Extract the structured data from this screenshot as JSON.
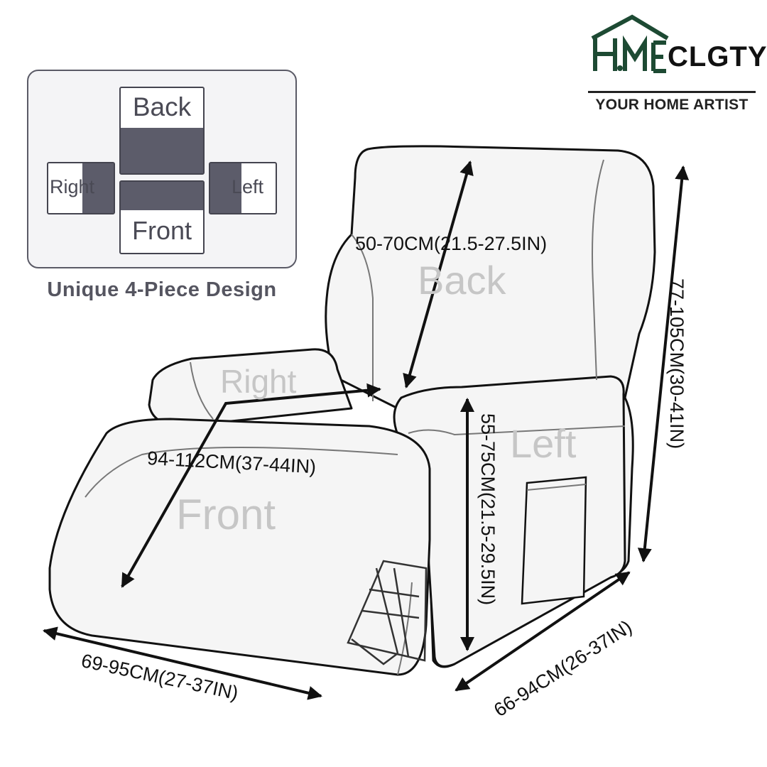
{
  "brand": {
    "logo_text": "HOME",
    "name": "CLGTY",
    "tagline": "YOUR HOME ARTIST"
  },
  "legend": {
    "pieces": {
      "back": "Back",
      "right": "Right",
      "left": "Left",
      "front": "Front"
    },
    "caption": "Unique 4-Piece Design",
    "fill_color": "#5c5c6a"
  },
  "diagram": {
    "part_labels": {
      "back": "Back",
      "right": "Right",
      "left": "Left",
      "front": "Front"
    },
    "dimensions": {
      "back_height": "50-70CM(21.5-27.5IN)",
      "total_height": "77-105CM(30-41IN)",
      "arm_height": "55-75CM(21.5-29.5IN)",
      "seat_length": "94-112CM(37-44IN)",
      "front_width": "69-95CM(27-37IN)",
      "side_depth": "66-94CM(26-37IN)"
    }
  }
}
